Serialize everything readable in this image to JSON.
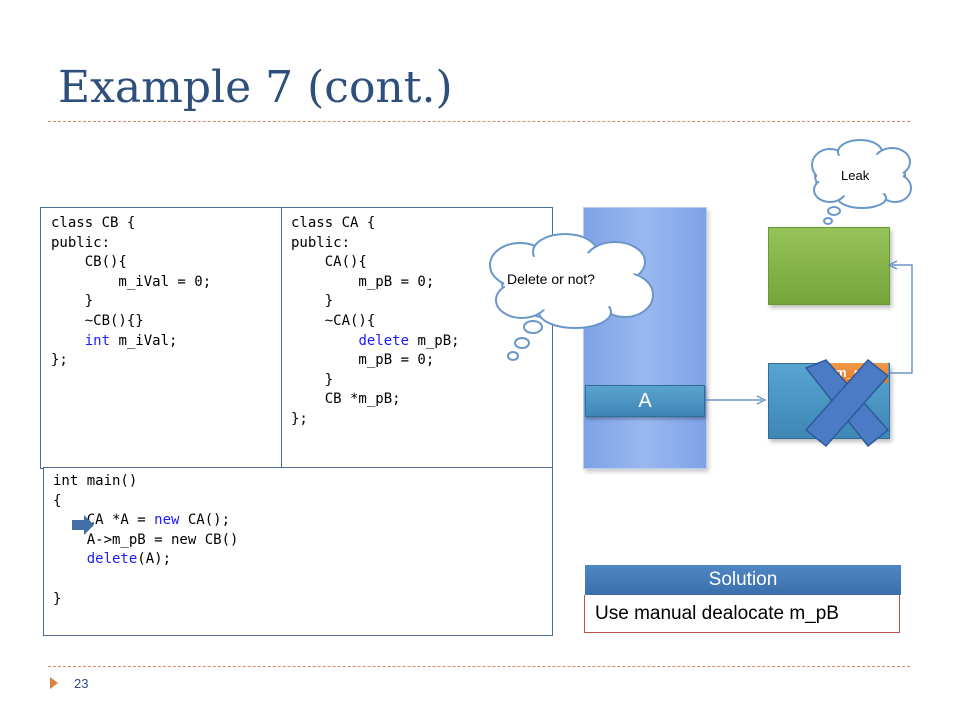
{
  "slide": {
    "title": "Example 7 (cont.)",
    "page_number": "23"
  },
  "code_cb": [
    {
      "pre": "class CB {",
      "kw": "",
      "post": ""
    },
    {
      "pre": "public:",
      "kw": "",
      "post": ""
    },
    {
      "pre": "    CB(){",
      "kw": "",
      "post": ""
    },
    {
      "pre": "        m_iVal = 0;",
      "kw": "",
      "post": ""
    },
    {
      "pre": "    }",
      "kw": "",
      "post": ""
    },
    {
      "pre": "    ~CB(){}",
      "kw": "",
      "post": ""
    },
    {
      "pre": "    ",
      "kw": "int",
      "post": " m_iVal;"
    },
    {
      "pre": "};",
      "kw": "",
      "post": ""
    }
  ],
  "code_ca": [
    {
      "pre": "class CA {",
      "kw": "",
      "post": ""
    },
    {
      "pre": "public:",
      "kw": "",
      "post": ""
    },
    {
      "pre": "    CA(){",
      "kw": "",
      "post": ""
    },
    {
      "pre": "        m_pB = 0;",
      "kw": "",
      "post": ""
    },
    {
      "pre": "    }",
      "kw": "",
      "post": ""
    },
    {
      "pre": "    ~CA(){",
      "kw": "",
      "post": ""
    },
    {
      "pre": "        ",
      "kw": "delete",
      "post": " m_pB;"
    },
    {
      "pre": "        m_pB = 0;",
      "kw": "",
      "post": ""
    },
    {
      "pre": "    }",
      "kw": "",
      "post": ""
    },
    {
      "pre": "    CB *m_pB;",
      "kw": "",
      "post": ""
    },
    {
      "pre": "};",
      "kw": "",
      "post": ""
    }
  ],
  "code_main": [
    {
      "pre": "int main()",
      "kw": "",
      "post": ""
    },
    {
      "pre": "{",
      "kw": "",
      "post": ""
    },
    {
      "pre": "    CA *A = ",
      "kw": "new",
      "post": " CA();"
    },
    {
      "pre": "    A->m_pB = new CB()",
      "kw": "",
      "post": ""
    },
    {
      "pre": "    ",
      "kw": "delete",
      "post": "(A);"
    },
    {
      "pre": "",
      "kw": "",
      "post": ""
    },
    {
      "pre": "}",
      "kw": "",
      "post": ""
    }
  ],
  "diagram": {
    "object_a_label": "A",
    "member_label": "m_pB",
    "thought_delete": "Delete or not?",
    "thought_leak": "Leak"
  },
  "solution": {
    "header": "Solution",
    "text": "Use manual dealocate m_pB"
  },
  "colors": {
    "title": "#2e4f7c",
    "keyword": "#1a1aff",
    "divider": "#d98a5e",
    "solution_header": "#3a6fab",
    "solution_border": "#c0504d"
  }
}
